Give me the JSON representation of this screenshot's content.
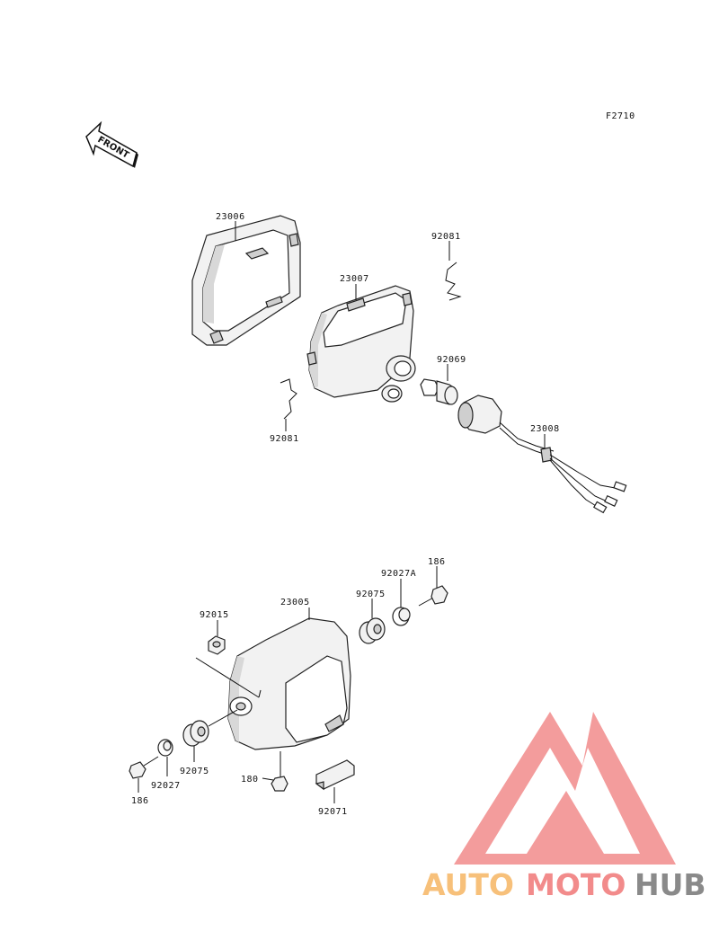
{
  "figure_code": "F2710",
  "front_arrow_text": "FRONT",
  "watermark": {
    "text_part1": "AUTO",
    "text_part2": "MOTO",
    "text_part3": "HUB",
    "color1": "#f7c07a",
    "color2": "#f28b8b",
    "color3": "#8a8a8a",
    "logo_color": "#f28b8b"
  },
  "parts": {
    "bezel": "23006",
    "lamp_unit": "23007",
    "spring_top": "92081",
    "spring_bottom": "92081",
    "bulb": "92069",
    "socket": "23008",
    "housing": "23005",
    "nut": "92015",
    "grommet_right": "92075",
    "collar_right": "92027A",
    "bolt_right": "186",
    "grommet_left": "92075",
    "collar_left": "92027",
    "bolt_left": "186",
    "screw": "180",
    "bracket": "92071"
  }
}
